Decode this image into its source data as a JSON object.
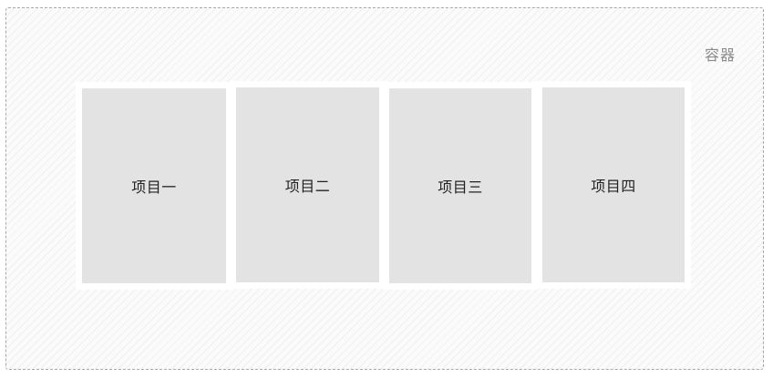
{
  "container": {
    "label": "容器"
  },
  "items": [
    {
      "label": "项目一"
    },
    {
      "label": "项目二"
    },
    {
      "label": "项目三"
    },
    {
      "label": "项目四"
    }
  ]
}
